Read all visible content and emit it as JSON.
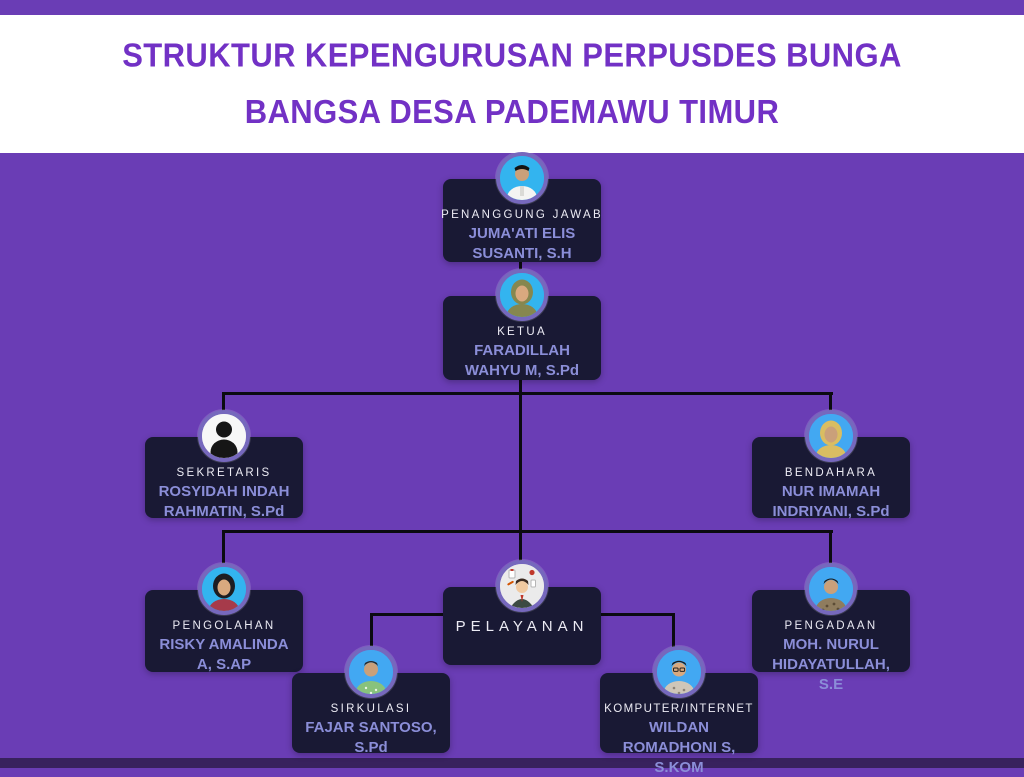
{
  "header": {
    "title_line1": "STRUKTUR KEPENGURUSAN PERPUSDES BUNGA",
    "title_line2": "BANGSA DESA PADEMAWU TIMUR"
  },
  "colors": {
    "background_purple": "#6a3db5",
    "header_background": "#ffffff",
    "title_text": "#7231c5",
    "node_background": "#191934",
    "role_text": "#ecebf4",
    "name_text": "#8b8ed8",
    "connector_line": "#0b0b10",
    "avatar_ring": "#7668bd",
    "bottom_band": "#38225e"
  },
  "org": {
    "nodes": [
      {
        "id": "penanggung-jawab",
        "role": "PENANGGUNG JAWAB",
        "name": "JUMA'ATI ELIS SUSANTI, S.H",
        "avatar": "person-in-white-official-uniform"
      },
      {
        "id": "ketua",
        "role": "KETUA",
        "name": "FARADILLAH WAHYU M, S.Pd",
        "avatar": "woman-in-green-hijab"
      },
      {
        "id": "sekretaris",
        "role": "SEKRETARIS",
        "name": "ROSYIDAH INDAH RAHMATIN, S.Pd",
        "avatar": "placeholder-person-silhouette"
      },
      {
        "id": "bendahara",
        "role": "BENDAHARA",
        "name": "NUR IMAMAH INDRIYANI, S.Pd",
        "avatar": "woman-in-yellow-hijab"
      },
      {
        "id": "pengolahan",
        "role": "PENGOLAHAN",
        "name": "RISKY AMALINDA A, S.AP",
        "avatar": "woman-in-black-hijab-red-top"
      },
      {
        "id": "pelayanan",
        "role": "PELAYANAN",
        "name": "",
        "avatar": "customer-service-cartoon"
      },
      {
        "id": "pengadaan",
        "role": "PENGADAAN",
        "name": "MOH. NURUL HIDAYATULLAH, S.E",
        "avatar": "young-man-in-batik-shirt"
      },
      {
        "id": "sirkulasi",
        "role": "SIRKULASI",
        "name": "FAJAR SANTOSO, S.Pd",
        "avatar": "man-in-green-shirt"
      },
      {
        "id": "komputer-internet",
        "role": "KOMPUTER/INTERNET",
        "name": "WILDAN ROMADHONI S, S.KOM",
        "avatar": "man-with-glasses-batik-shirt"
      }
    ],
    "edges": [
      {
        "from": "penanggung-jawab",
        "to": "ketua"
      },
      {
        "from": "ketua",
        "to": "sekretaris"
      },
      {
        "from": "ketua",
        "to": "bendahara"
      },
      {
        "from": "ketua",
        "to": "pengolahan"
      },
      {
        "from": "ketua",
        "to": "pelayanan"
      },
      {
        "from": "ketua",
        "to": "pengadaan"
      },
      {
        "from": "pelayanan",
        "to": "sirkulasi"
      },
      {
        "from": "pelayanan",
        "to": "komputer-internet"
      }
    ]
  }
}
